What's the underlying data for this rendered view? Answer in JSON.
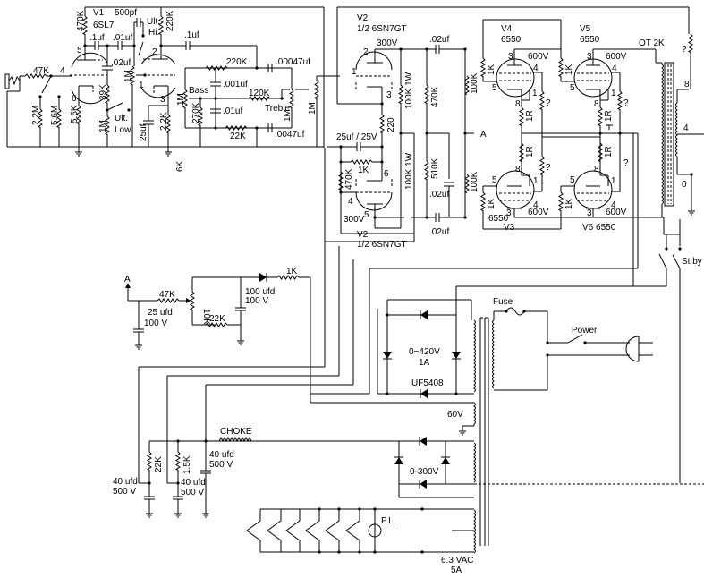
{
  "diagram": {
    "type": "tube-amplifier-schematic",
    "colors": {
      "ink": "#000000",
      "background": "#ffffff"
    }
  },
  "preamp": {
    "tube_label": "V1",
    "tube_type": "6SL7",
    "components": {
      "input_47k": "47K",
      "r_470k": "470K",
      "c_1uf_a": ".1uf",
      "c_01uf": ".01uf",
      "c_500pf": "500pf",
      "ult_hi": "Ult.",
      "ult_hi2": "Hi.",
      "r_220k_plate": "220K",
      "c_1uf_b": ".1uf",
      "c_02uf": ".02uf",
      "pot_1m": "1M",
      "r_39k": "39K",
      "r_1m_low": "1M",
      "ult_low": "Ult.",
      "ult_low2": "Low",
      "r_2_2m": "2.2M",
      "r_5_6m": "5.6M",
      "r_5_6k": "5.6K",
      "c_25uf": "25uf",
      "r_2_2k": "2.2K",
      "r_1m_grid": "1M",
      "r_6k": "6K"
    },
    "pins": {
      "p4": "4",
      "p5": "5",
      "p6": "6",
      "p2": "2",
      "p1": "1",
      "p3": "3"
    }
  },
  "tone_stack": {
    "r_220k": "220K",
    "c_00047": ".00047uf",
    "c_001": ".001uf",
    "bass_label": "Bass",
    "bass_pot": "1M",
    "r_270k": "270K",
    "r_120k": "120K",
    "c_01": ".01uf",
    "treble_label": "Treble",
    "treble_pot": "1M",
    "r_22k": "22K",
    "c_0047": ".0047uf",
    "volume_pot": "1M"
  },
  "phase_inverter": {
    "top_label": "V2",
    "top_type": "1/2 6SN7GT",
    "bottom_label": "V2",
    "bottom_type": "1/2 6SN7GT",
    "v_top": "300V",
    "v_bottom": "300V",
    "r_100k_1w_a": "100K 1W",
    "r_100k_1w_b": "100K 1W",
    "r_470k": "470K",
    "r_510k": "510K",
    "r_220": "220",
    "c_25uf": "25uf / 25V",
    "r_1k": "1K",
    "r_470k_grid": "470K",
    "c_02_top": ".02uf",
    "c_02_mid": ".02uf",
    "c_02_bot": ".02uf",
    "r_100k_a": "100K",
    "r_100k_b": "100K",
    "node_a": "A",
    "pins": {
      "p1": "1",
      "p2": "2",
      "p3": "3",
      "p4": "4",
      "p5": "5",
      "p6": "6"
    }
  },
  "power_tubes": [
    {
      "label": "V4",
      "type": "6550",
      "voltage": "600V",
      "grid_r": "1K",
      "cathode_r": "1R",
      "screen_r": "?"
    },
    {
      "label": "V5",
      "type": "6550",
      "voltage": "600V",
      "grid_r": "1K",
      "cathode_r": "1R",
      "screen_r": "?"
    },
    {
      "label": "V3",
      "type": "6550",
      "voltage": "600V",
      "grid_r": "1K",
      "cathode_r": "1R",
      "screen_r": "?"
    },
    {
      "label": "V6 6550",
      "type": "",
      "voltage": "600V",
      "grid_r": "1K",
      "cathode_r": "1R",
      "screen_r": "?"
    }
  ],
  "power_pins": {
    "p3": "3",
    "p4": "4",
    "p5": "5",
    "p8": "8",
    "p1": "1"
  },
  "output": {
    "transformer": "OT 2K",
    "nfb_r": "?",
    "tap_8": "8",
    "tap_4": "4",
    "tap_0": "0",
    "standby": "St by"
  },
  "bias_supply": {
    "node": "A",
    "r_47k": "47K",
    "pot_10k": "10K",
    "c_25ufd": "25 ufd",
    "c_25ufd_v": "100 V",
    "c_100ufd": "100 ufd",
    "c_100ufd_v": "100 V",
    "r_22k": "22K",
    "r_1k": "1K"
  },
  "power_supply": {
    "fuse": "Fuse",
    "power": "Power",
    "hv_winding": "0−420V",
    "hv_current": "1A",
    "diode": "UF5408",
    "bias_winding": "60V",
    "lv_winding": "0-300V",
    "choke": "CHOKE",
    "c_40_a": "40 ufd",
    "c_40_a_v": "500 V",
    "c_40_b": "40 ufd",
    "c_40_b_v": "500 V",
    "c_40_c": "40 ufd",
    "c_40_c_v": "500 V",
    "r_22k": "22K",
    "r_15k": "1.5K",
    "pilot": "P.L.",
    "heater_v": "6.3 VAC",
    "heater_a": "5A"
  }
}
